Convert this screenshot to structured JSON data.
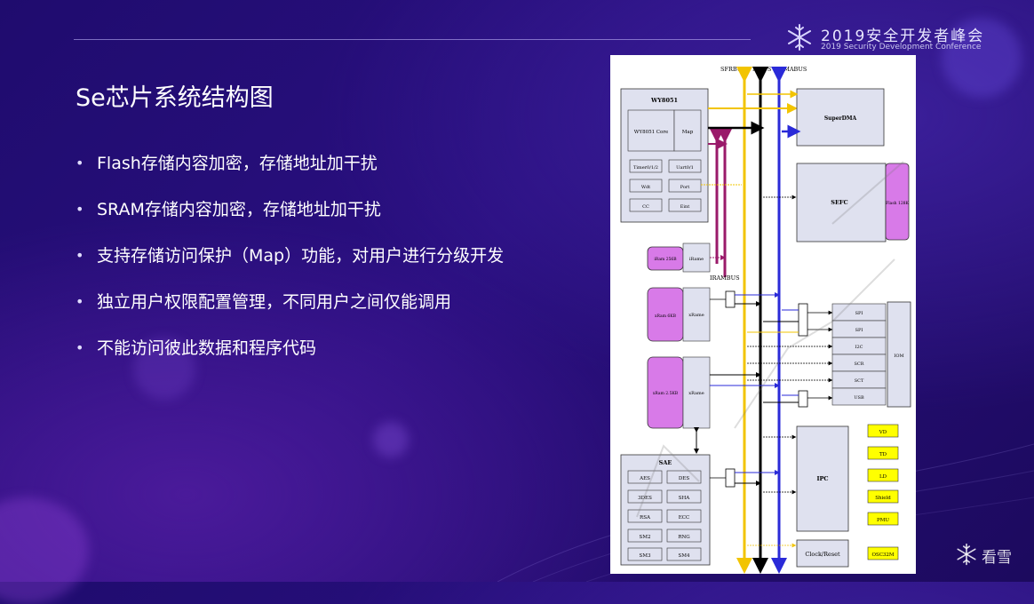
{
  "header": {
    "logo_title": "2019安全开发者峰会",
    "logo_subtitle": "2019 Security Development Conference"
  },
  "slide": {
    "title": "Se芯片系统结构图",
    "bullets": [
      "Flash存储内容加密，存储地址加干扰",
      "SRAM存储内容加密，存储地址加干扰",
      "支持存储访问保护（Map）功能，对用户进行分级开发",
      "独立用户权限配置管理，不同用户之间仅能调用",
      "不能访问彼此数据和程序代码"
    ],
    "bullet_glyph": "•"
  },
  "diagram": {
    "bus_labels": {
      "sfrbus": "SFRBUS",
      "mbus": "MBUS",
      "dmabus": "DMABUS",
      "irambus": "IRAMBUS"
    },
    "wy8051": {
      "title": "WY8051",
      "core": "WY8051 Core",
      "map": "Map",
      "timer": "Timer0/1/2",
      "uart": "Uart0/1",
      "wdt": "Wdt",
      "port": "Port",
      "cc": "CC",
      "eint": "Eint"
    },
    "superdma": "SuperDMA",
    "sefc": "SEFC",
    "flash": "Flash 128K",
    "iram_block": "iRam 256B",
    "iram_ctrl": "iRame",
    "xram1_block": "xRam 6KB",
    "xram1_ctrl": "xRame",
    "xram2_block": "xRam 2.5KB",
    "xram2_ctrl": "xRame",
    "peripherals": [
      "SPI",
      "SPI",
      "I2C",
      "SCR",
      "SCT",
      "USB"
    ],
    "iom": "IOM",
    "sae": {
      "title": "SAE",
      "cells": [
        "AES",
        "DES",
        "3DES",
        "SHA",
        "RSA",
        "ECC",
        "SM2",
        "RNG",
        "SM3",
        "SM4"
      ]
    },
    "ipc": "IPC",
    "clock": "Clock/Reset",
    "analog": [
      "VD",
      "TD",
      "LD",
      "Shield",
      "PMU",
      "OSC32M"
    ]
  },
  "watermark": {
    "text": "看雪"
  },
  "colors": {
    "yellow_bus": "#f2c400",
    "black_bus": "#000000",
    "blue_bus": "#2a2ad8",
    "magenta_bus": "#9a1a6a",
    "block_fill": "#dfe1ef",
    "flash_fill": "#d87ae8",
    "analog_fill": "#ffff00"
  }
}
